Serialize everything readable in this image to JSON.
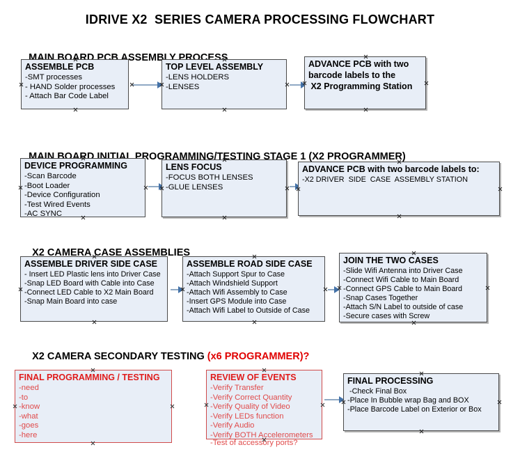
{
  "document": {
    "title": "IDRIVE X2  SERIES CAMERA PROCESSING FLOWCHART"
  },
  "colors": {
    "box_fill": "#e8eef7",
    "box_border": "#4a4a4a",
    "connector": "#8fa9c4",
    "arrowhead": "#4472a8",
    "accent_red": "#e01b1b",
    "text": "#000000"
  },
  "sections": [
    {
      "id": "main-board-pcb-assembly",
      "heading": "MAIN BOARD PCB ASSEMBLY PROCESS",
      "heading_red": "",
      "boxes": [
        {
          "id": "assemble-pcb",
          "title": "ASSEMBLE PCB",
          "lines": [
            "-SMT processes",
            "- HAND Solder processes",
            "- Attach Bar Code Label"
          ]
        },
        {
          "id": "top-level-assembly",
          "title": "TOP LEVEL ASSEMBLY",
          "lines": [
            "-LENS HOLDERS",
            "-LENSES"
          ]
        },
        {
          "id": "advance-pcb-to-x2-programming-station",
          "title": "ADVANCE PCB with two",
          "title_lines": [
            "ADVANCE PCB with two",
            "barcode labels to the",
            " X2 Programming Station"
          ],
          "lines": []
        }
      ]
    },
    {
      "id": "main-board-initial-programming",
      "heading": "MAIN BOARD INITIAL PROGRAMMING/TESTING STAGE 1 (X2 PROGRAMMER)",
      "heading_red": "",
      "boxes": [
        {
          "id": "device-programming",
          "title": "DEVICE PROGRAMMING",
          "lines": [
            "-Scan Barcode",
            "-Boot Loader",
            "-Device Configuration",
            "-Test Wired Events",
            "-AC SYNC"
          ]
        },
        {
          "id": "lens-focus",
          "title": "LENS FOCUS",
          "lines": [
            "-FOCUS BOTH LENSES",
            "-GLUE LENSES"
          ]
        },
        {
          "id": "advance-pcb-to-driver-side-case-station",
          "title": "ADVANCE PCB with two barcode labels to:",
          "lines": [
            "-X2 DRIVER  SIDE  CASE  ASSEMBLY STATION"
          ]
        }
      ]
    },
    {
      "id": "x2-camera-case-assemblies",
      "heading": "X2 CAMERA CASE ASSEMBLIES",
      "heading_red": "",
      "boxes": [
        {
          "id": "assemble-driver-side-case",
          "title": "ASSEMBLE DRIVER SIDE CASE",
          "lines": [
            "- Insert LED Plastic lens into Driver Case",
            "-Snap LED Board with Cable into Case",
            "-Connect LED Cable to X2 Main Board",
            "-Snap Main Board into case"
          ]
        },
        {
          "id": "assemble-road-side-case",
          "title": "ASSEMBLE ROAD SIDE CASE",
          "lines": [
            "-Attach Support Spur to Case",
            "-Attach Windshield Support",
            "-Attach Wifi Assembly to Case",
            "-Insert GPS Module into Case",
            "-Attach Wifi Label to Outside of Case"
          ]
        },
        {
          "id": "join-the-two-cases",
          "title": "JOIN THE TWO CASES",
          "lines": [
            "-Slide Wifi Antenna into Driver Case",
            "-Connect Wifi Cable to Main Board",
            "-Connect GPS Cable to Main Board",
            "-Snap Cases Together",
            "-Attach S/N Label to outside of case",
            "-Secure cases with Screw"
          ]
        }
      ]
    },
    {
      "id": "x2-camera-secondary-testing",
      "heading": "X2 CAMERA SECONDARY TESTING ",
      "heading_red": "(x6 PROGRAMMER)?",
      "boxes": [
        {
          "id": "final-programming-testing",
          "title": "FINAL PROGRAMMING / TESTING",
          "lines": [
            "-need",
            "-to",
            "-know",
            "-what",
            "-goes",
            "-here"
          ]
        },
        {
          "id": "review-of-events",
          "title": "REVIEW OF EVENTS",
          "lines": [
            "-Verify Transfer",
            "-Verify Correct Quantity",
            "-Verify Quality of Video",
            "-Verify LEDs function",
            "-Verify Audio",
            "-Verify BOTH Accelerometers"
          ],
          "overflow_line": "-Test of accessory ports?"
        },
        {
          "id": "final-processing",
          "title": "FINAL PROCESSING",
          "lines": [
            " -Check Final Box",
            "-Place In Bubble wrap Bag and BOX",
            "-Place Barcode Label on Exterior or Box"
          ]
        }
      ]
    }
  ]
}
